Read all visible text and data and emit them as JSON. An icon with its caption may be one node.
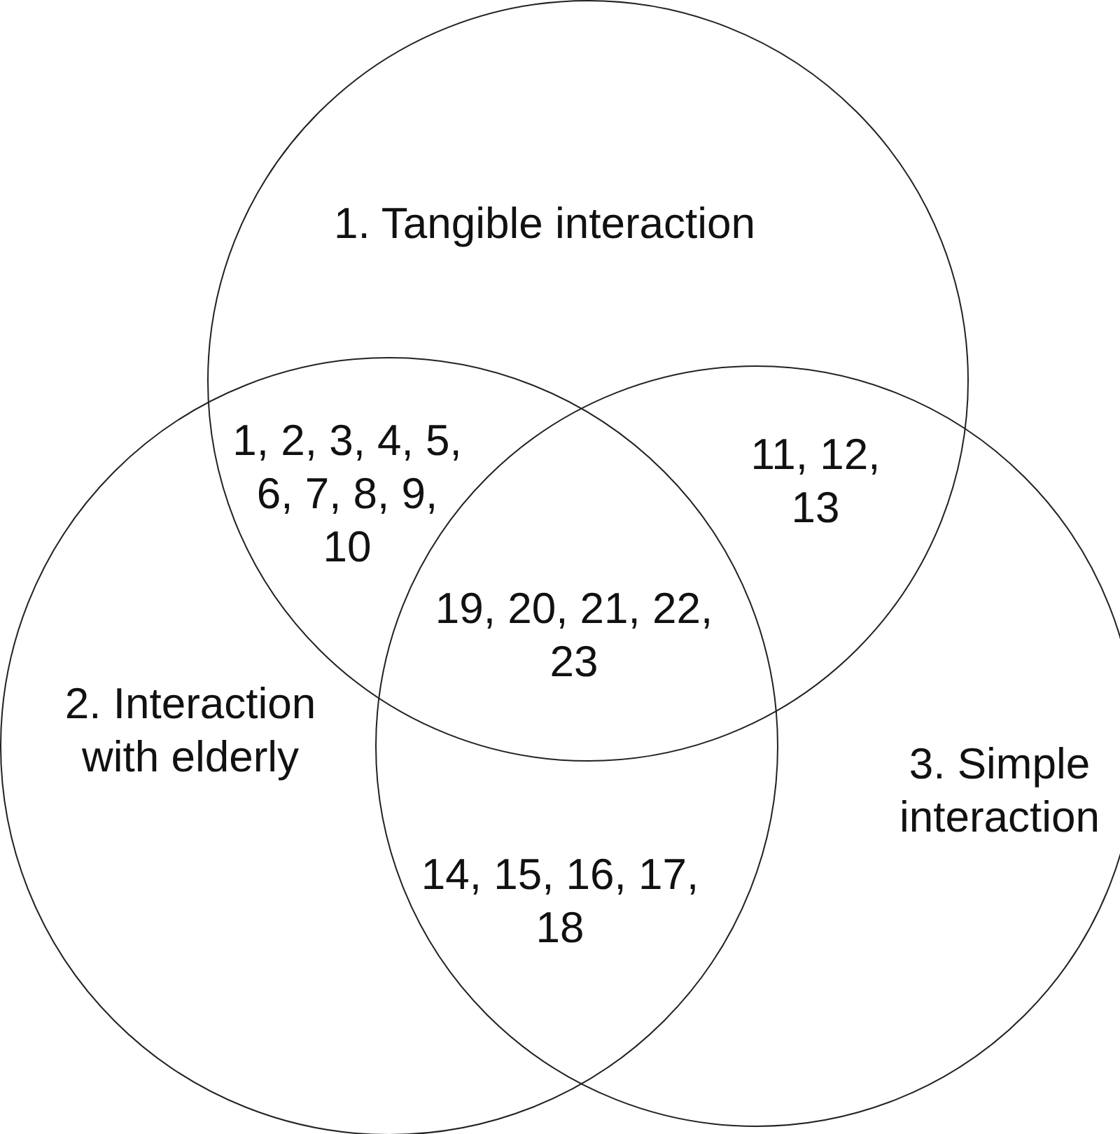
{
  "diagram": {
    "nodes": [
      {
        "text": [
          "1. Tangible interaction"
        ]
      },
      {
        "text": [
          "2. Interaction with elderly"
        ]
      },
      {
        "text": [
          "3. Simple interaction"
        ]
      }
    ],
    "labels": [
      "1, 2, 3, 4, 5, 6, 7, 8, 9, 10",
      "11, 12, 13",
      "19, 20, 21, 22, 23",
      "14, 15, 16, 17, 18"
    ]
  }
}
